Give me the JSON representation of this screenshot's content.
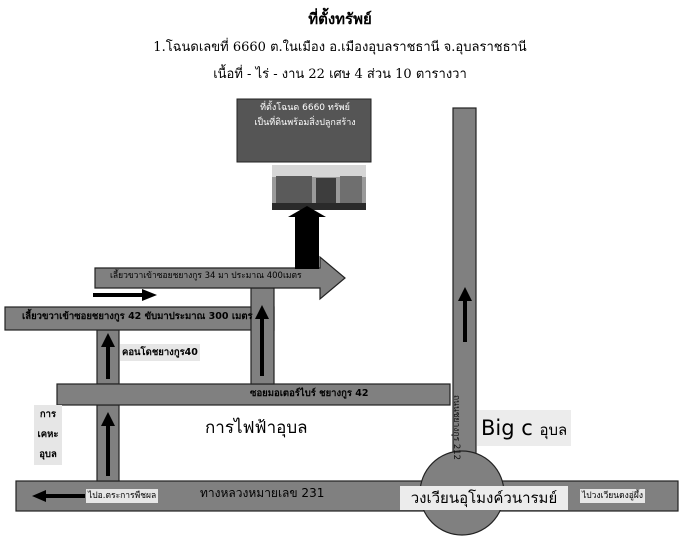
{
  "header": {
    "title": "ที่ตั้งทรัพย์",
    "deed_line": "1.โฉนดเลขที่ 6660 ต.ในเมือง อ.เมืองอุบลราชธานี จ.อุบลราชธานี",
    "area_line": "เนื้อที่ - ไร่  - งาน 22 เศษ 4 ส่วน 10 ตารางวา"
  },
  "property_box": {
    "line1": "ที่ตั้งโฉนด 6660 ทรัพย์",
    "line2": "เป็นที่ดินพร้อมสิ่งปลูกสร้าง"
  },
  "labels": {
    "soi34": "เลี้ยวขวาเข้าซอยชยางกูร 34 มา ประมาณ 400เมตร",
    "soi42": "เลี้ยวขวาเข้าซอยชยางกูร 42 ขับมาประมาณ 300 เมตร",
    "condo": "คอนโดชยางกูร40",
    "soi_motor": "ซอยมอเตอร์ไบร์ ชยางกูร 42",
    "power_office": "การไฟฟ้าอุบล",
    "power_vertical": [
      "การ",
      "เคหะ",
      "อุบล"
    ],
    "soi212": "ถนนชยางกูร 212",
    "bigc": "Big c",
    "bigc_thai": "อุบล",
    "highway": "ทางหลวงหมายเลข 231",
    "to_phibun": "ไปอ.ตระการพืชผล",
    "circle": "วงเวียนอุโมงค์วนารมย์",
    "to_circle": "ไปวงเวียนดงอู่ผึ้ง"
  },
  "colors": {
    "road": "#808080",
    "road_edge": "#222222",
    "arrow": "#000000",
    "box": "#555555"
  }
}
